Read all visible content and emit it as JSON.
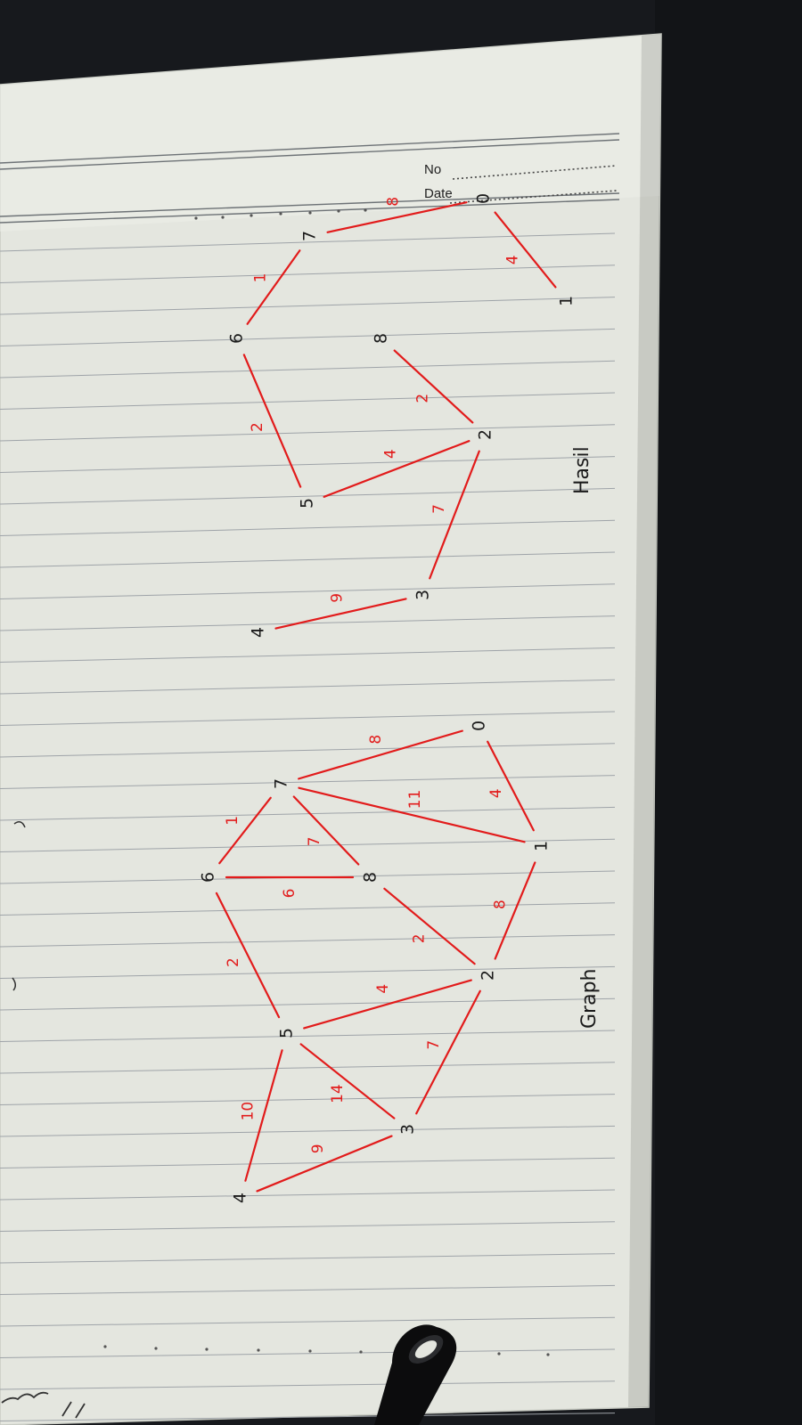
{
  "header": {
    "no_label": "No",
    "date_label": "Date"
  },
  "colors": {
    "ink_red": "#e21b1b",
    "ink_black": "#1a1a1a",
    "paper": "#e4e6df",
    "background": "#17191d",
    "ruled_line": "#9ea3a8"
  },
  "captions": {
    "graph": "Graph",
    "result": "Hasil"
  },
  "graph": {
    "nodes": [
      {
        "id": "n0",
        "label": "0"
      },
      {
        "id": "n1",
        "label": "1"
      },
      {
        "id": "n2",
        "label": "2"
      },
      {
        "id": "n3",
        "label": "3"
      },
      {
        "id": "n4",
        "label": "4"
      },
      {
        "id": "n5",
        "label": "5"
      },
      {
        "id": "n6",
        "label": "6"
      },
      {
        "id": "n7",
        "label": "7"
      },
      {
        "id": "n8",
        "label": "8"
      }
    ],
    "edges": [
      {
        "from": "0",
        "to": "1",
        "weight": "4"
      },
      {
        "from": "0",
        "to": "7",
        "weight": "8"
      },
      {
        "from": "1",
        "to": "7",
        "weight": "11"
      },
      {
        "from": "1",
        "to": "2",
        "weight": "8"
      },
      {
        "from": "7",
        "to": "8",
        "weight": "7"
      },
      {
        "from": "7",
        "to": "6",
        "weight": "1"
      },
      {
        "from": "6",
        "to": "8",
        "weight": "6"
      },
      {
        "from": "8",
        "to": "2",
        "weight": "2"
      },
      {
        "from": "6",
        "to": "5",
        "weight": "2"
      },
      {
        "from": "2",
        "to": "5",
        "weight": "4"
      },
      {
        "from": "2",
        "to": "3",
        "weight": "7"
      },
      {
        "from": "5",
        "to": "3",
        "weight": "14"
      },
      {
        "from": "5",
        "to": "4",
        "weight": "10"
      },
      {
        "from": "3",
        "to": "4",
        "weight": "9"
      }
    ]
  },
  "result": {
    "nodes": [
      {
        "id": "r0",
        "label": "0"
      },
      {
        "id": "r1",
        "label": "1"
      },
      {
        "id": "r2",
        "label": "2"
      },
      {
        "id": "r3",
        "label": "3"
      },
      {
        "id": "r4",
        "label": "4"
      },
      {
        "id": "r5",
        "label": "5"
      },
      {
        "id": "r6",
        "label": "6"
      },
      {
        "id": "r7",
        "label": "7"
      },
      {
        "id": "r8",
        "label": "8"
      }
    ],
    "edges": [
      {
        "from": "0",
        "to": "1",
        "weight": "4"
      },
      {
        "from": "0",
        "to": "7",
        "weight": "8"
      },
      {
        "from": "7",
        "to": "6",
        "weight": "1"
      },
      {
        "from": "6",
        "to": "5",
        "weight": "2"
      },
      {
        "from": "8",
        "to": "2",
        "weight": "2"
      },
      {
        "from": "2",
        "to": "5",
        "weight": "4"
      },
      {
        "from": "2",
        "to": "3",
        "weight": "7"
      },
      {
        "from": "3",
        "to": "4",
        "weight": "9"
      }
    ]
  }
}
